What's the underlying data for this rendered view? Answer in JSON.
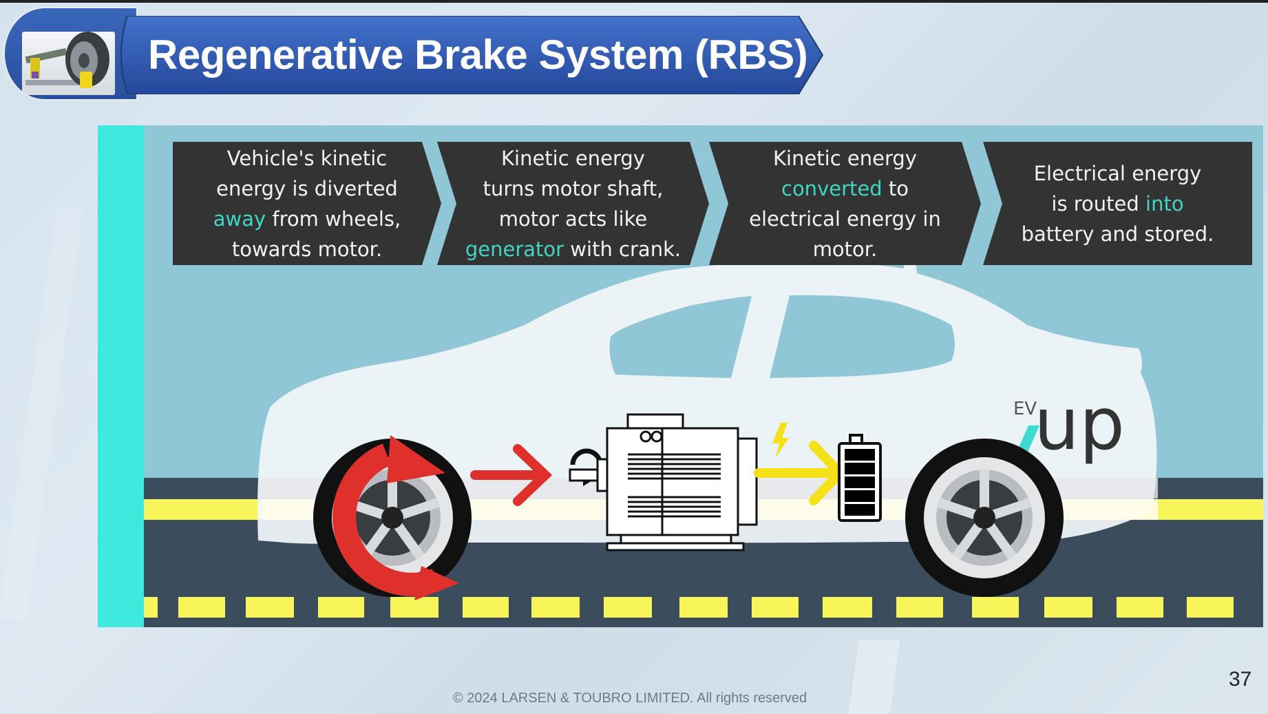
{
  "slide": {
    "title": "Regenerative Brake System (RBS)",
    "page_number": "37",
    "footer": "© 2024 LARSEN & TOUBRO LIMITED. All rights reserved"
  },
  "steps": [
    {
      "lines": [
        [
          "Vehicle's kinetic"
        ],
        [
          "energy is diverted"
        ],
        [
          {
            "hl": "away"
          },
          " from wheels,"
        ],
        [
          "towards motor."
        ]
      ]
    },
    {
      "lines": [
        [
          "Kinetic energy"
        ],
        [
          "turns motor shaft,"
        ],
        [
          "motor acts like"
        ],
        [
          {
            "hl": "generator"
          },
          " with crank."
        ]
      ]
    },
    {
      "lines": [
        [
          "Kinetic energy"
        ],
        [
          {
            "hl": "converted"
          },
          " to"
        ],
        [
          "electrical energy in"
        ],
        [
          "motor."
        ]
      ]
    },
    {
      "lines": [
        [
          "Electrical energy"
        ],
        [
          "is routed ",
          {
            "hl": "into"
          }
        ],
        [
          "battery and stored."
        ]
      ]
    }
  ],
  "logo": {
    "prefix": "EV",
    "name": "up"
  },
  "colors": {
    "banner_blue": "#2f5bb0",
    "accent_cyan": "#40e9dd",
    "highlight_text": "#3fd6c6",
    "sky": "#90c7d7",
    "road": "#3b4d5c",
    "road_yellow": "#f8f55a",
    "step_box": "#333333",
    "flow_arrow_red": "#e0302c",
    "flow_arrow_yellow": "#f5e118"
  },
  "icons": {
    "header": "suspension-wheel-photo",
    "front_wheel": "wheel-with-rotation-arrow",
    "motor": "electric-motor",
    "battery": "battery-full",
    "energy": "lightning-bolt"
  }
}
